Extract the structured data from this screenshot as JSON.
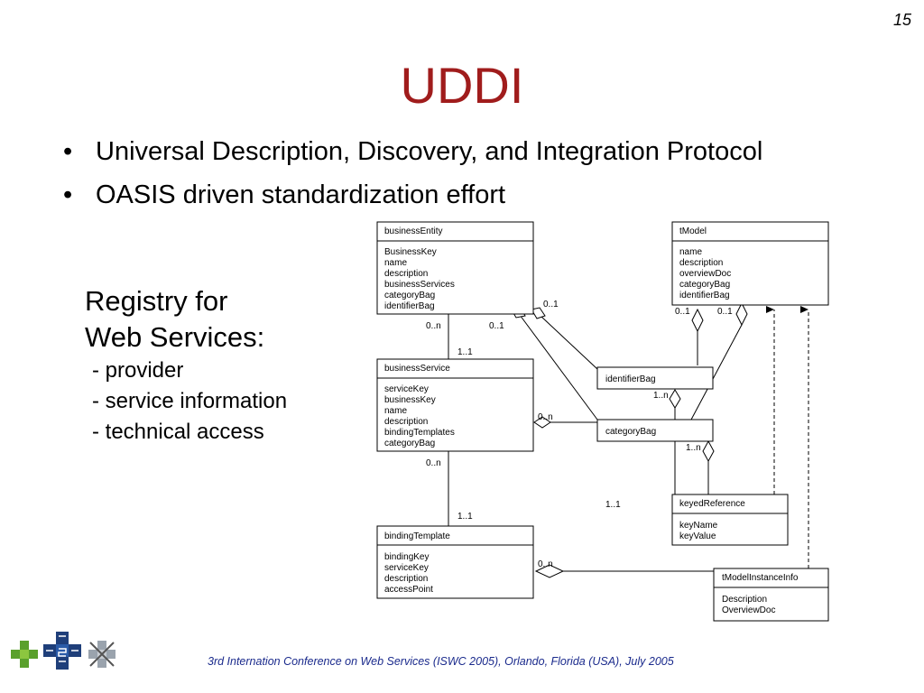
{
  "page_number": "15",
  "title": "UDDI",
  "bullets": [
    "Universal Description, Discovery, and Integration Protocol",
    "OASIS driven standardization effort"
  ],
  "side_text": {
    "heading_line1": "Registry for",
    "heading_line2": "Web Services:",
    "items": [
      "- provider",
      "- service information",
      "- technical access"
    ]
  },
  "diagram": {
    "classes": {
      "businessEntity": {
        "name": "businessEntity",
        "attributes": [
          "BusinessKey",
          "name",
          "description",
          "businessServices",
          "categoryBag",
          "identifierBag"
        ]
      },
      "tModel": {
        "name": "tModel",
        "attributes": [
          "name",
          "description",
          "overviewDoc",
          "categoryBag",
          "identifierBag"
        ]
      },
      "businessService": {
        "name": "businessService",
        "attributes": [
          "serviceKey",
          "businessKey",
          "name",
          "description",
          "bindingTemplates",
          "categoryBag"
        ]
      },
      "identifierBag": {
        "name": "identifierBag",
        "attributes": []
      },
      "categoryBag": {
        "name": "categoryBag",
        "attributes": []
      },
      "keyedReference": {
        "name": "keyedReference",
        "attributes": [
          "keyName",
          "keyValue"
        ]
      },
      "bindingTemplate": {
        "name": "bindingTemplate",
        "attributes": [
          "bindingKey",
          "serviceKey",
          "description",
          "accessPoint"
        ]
      },
      "tModelInstanceInfo": {
        "name": "tModelInstanceInfo",
        "attributes": [
          "Description",
          "OverviewDoc"
        ]
      }
    },
    "multiplicities": {
      "be_bs": "0..n",
      "be_id": "0..1",
      "be_cat": "0..1",
      "bs_be": "1..1",
      "bs_cat": "0..n",
      "bs_bt": "0..n",
      "bt_bs": "1..1",
      "tm_id": "0..1",
      "tm_cat": "0..1",
      "id_kr": "1..n",
      "cat_kr": "1..n",
      "kr_tm": "1..1",
      "bt_tmi": "0..n"
    }
  },
  "footer": "3rd Internation Conference on Web Services (ISWC 2005), Orlando, Florida (USA), July 2005"
}
